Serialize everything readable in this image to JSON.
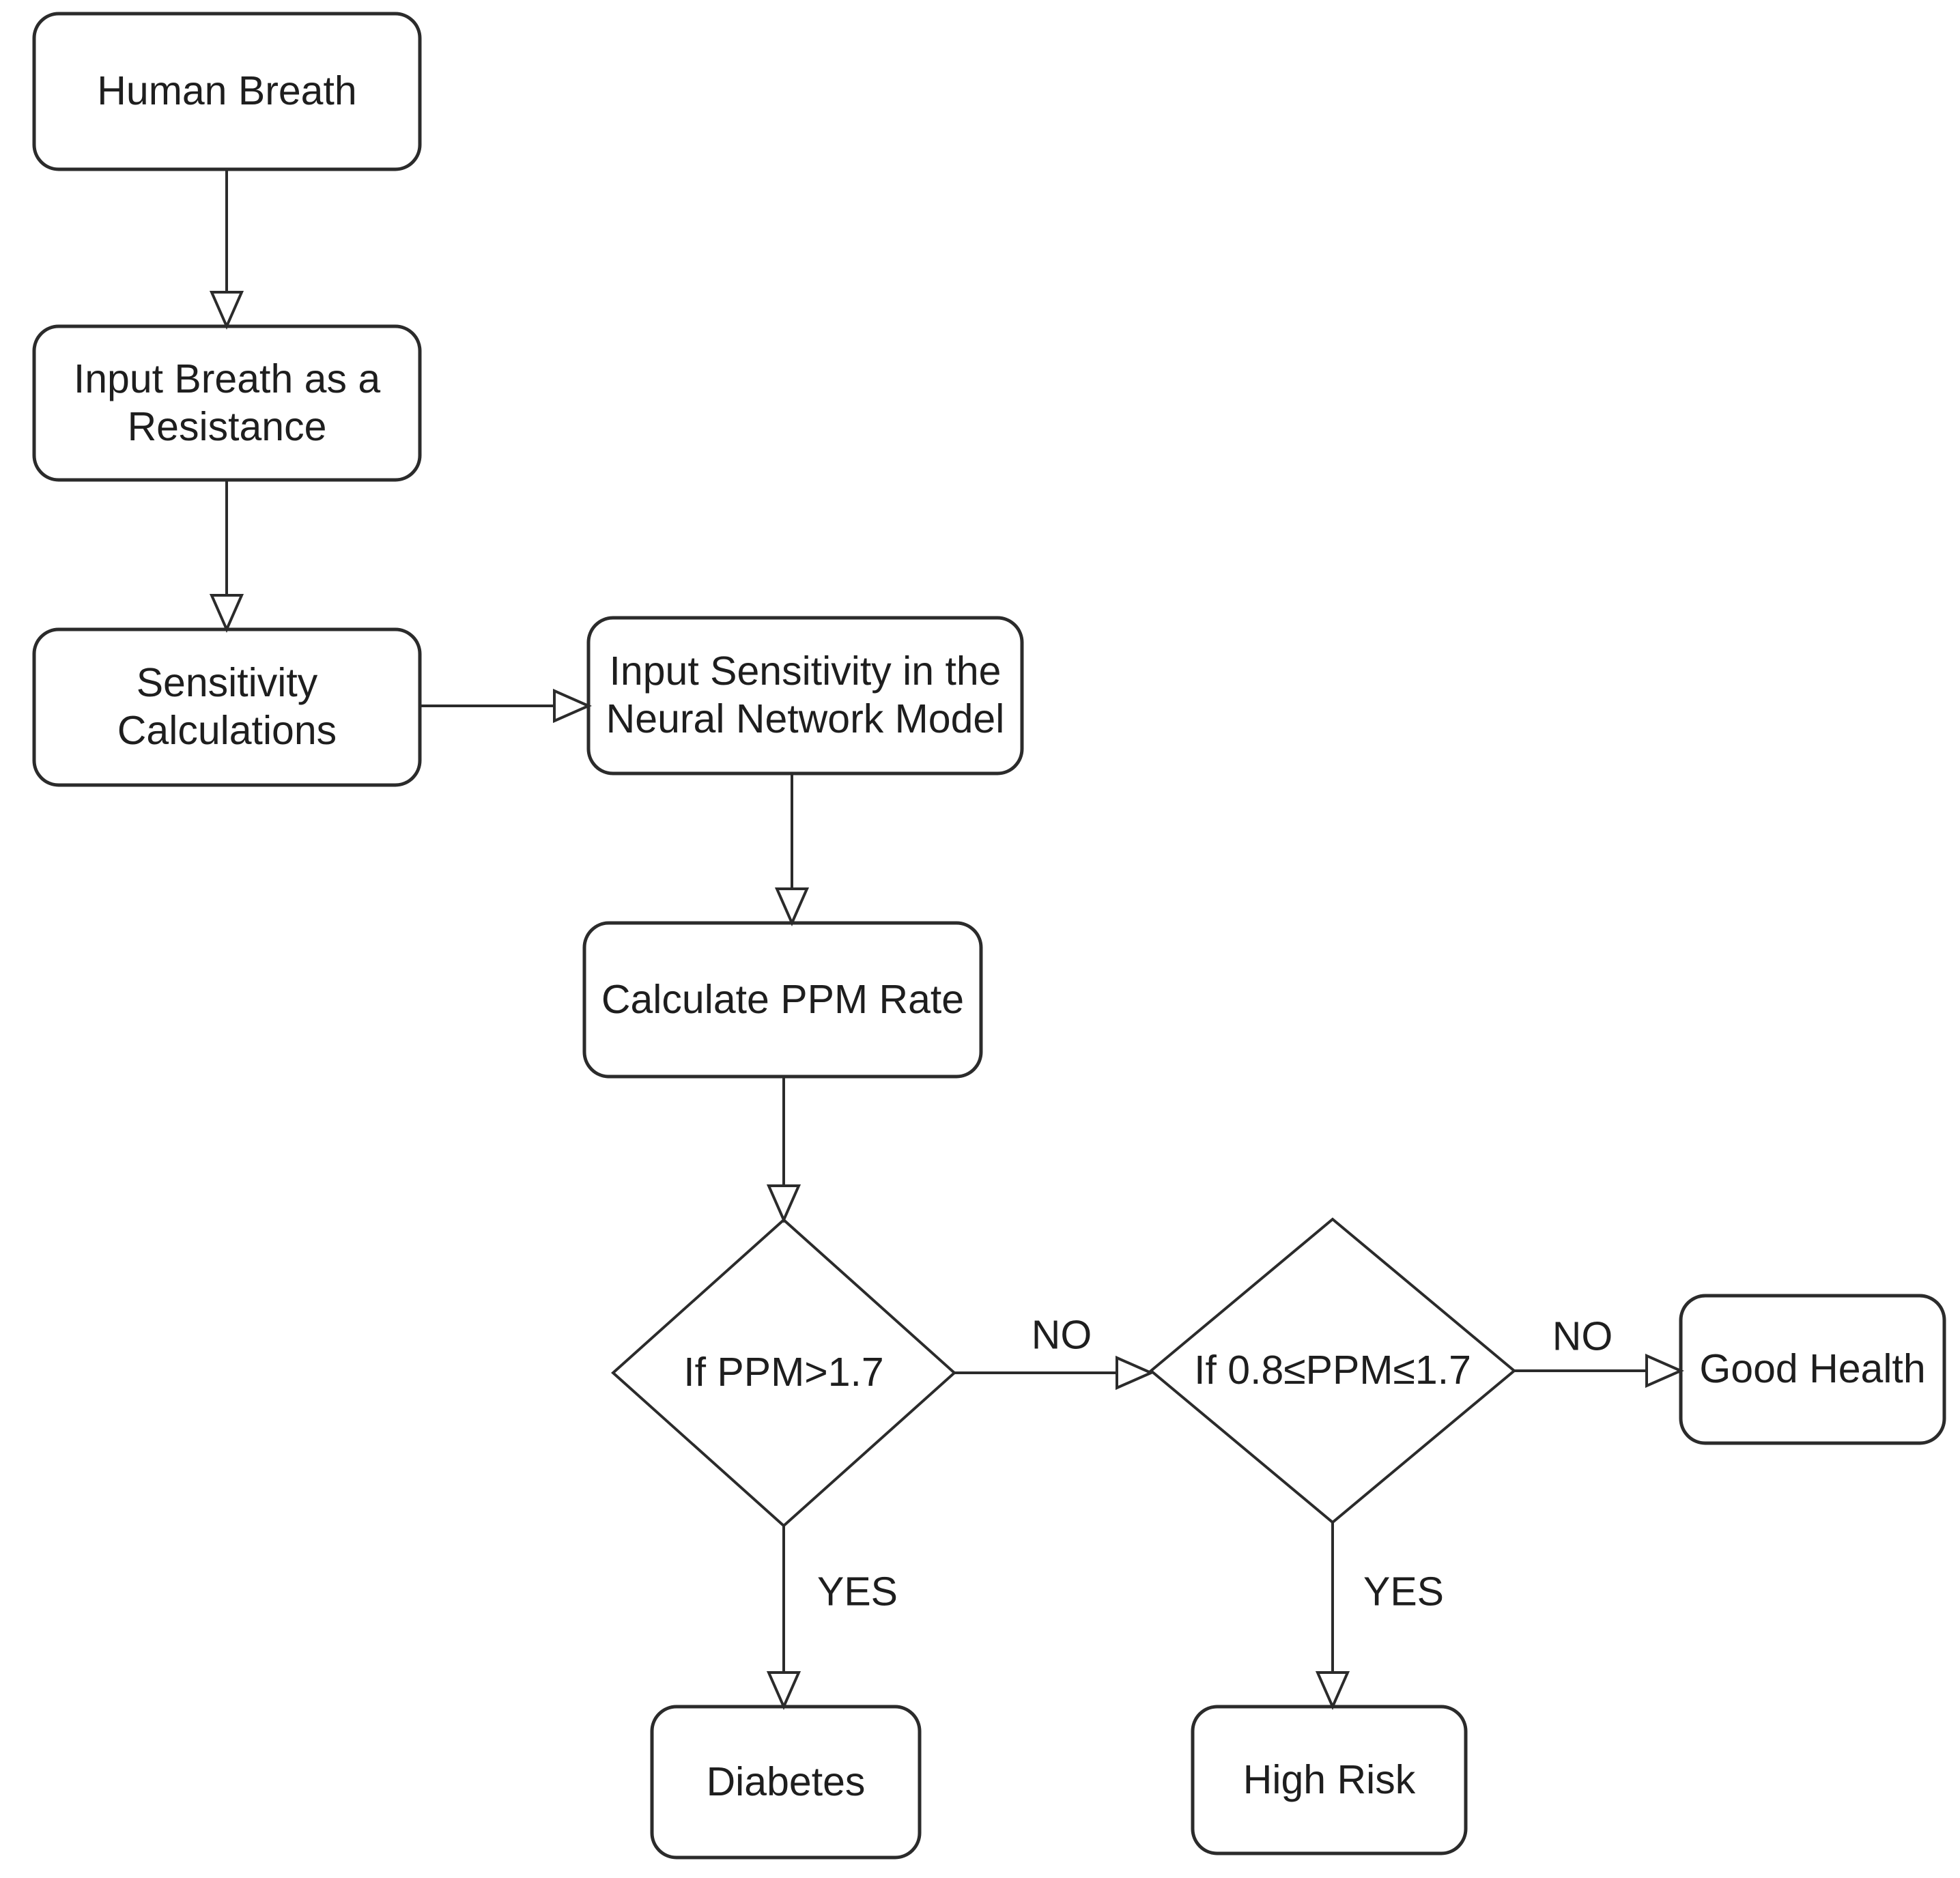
{
  "diagram": {
    "type": "flowchart",
    "colors": {
      "background": "#ffffff",
      "stroke": "#2b2b2b",
      "text": "#1e1e1e"
    },
    "nodes": {
      "human_breath": {
        "shape": "rounded-rect",
        "label": "Human Breath",
        "lines": [
          "Human Breath"
        ]
      },
      "input_breath": {
        "shape": "rounded-rect",
        "label": "Input Breath as a Resistance",
        "lines": [
          "Input Breath as a",
          "Resistance"
        ]
      },
      "sensitivity_calc": {
        "shape": "rounded-rect",
        "label": "Sensitivity Calculations",
        "lines": [
          "Sensitivity",
          "Calculations"
        ]
      },
      "input_sensitivity": {
        "shape": "rounded-rect",
        "label": "Input Sensitivity in the Neural Network Model",
        "lines": [
          "Input Sensitivity in the",
          "Neural Network Model"
        ]
      },
      "calculate_ppm": {
        "shape": "rounded-rect",
        "label": "Calculate PPM Rate",
        "lines": [
          "Calculate PPM Rate"
        ]
      },
      "decision_ppm_high": {
        "shape": "diamond",
        "label": "If PPM>1.7",
        "lines": [
          "If PPM>1.7"
        ]
      },
      "decision_ppm_range": {
        "shape": "diamond",
        "label": "If 0.8≤PPM≤1.7",
        "lines": [
          "If 0.8≤PPM≤1.7"
        ]
      },
      "good_health": {
        "shape": "rounded-rect",
        "label": "Good Health",
        "lines": [
          "Good Health"
        ]
      },
      "diabetes": {
        "shape": "rounded-rect",
        "label": "Diabetes",
        "lines": [
          "Diabetes"
        ]
      },
      "high_risk": {
        "shape": "rounded-rect",
        "label": "High Risk",
        "lines": [
          "High Risk"
        ]
      }
    },
    "edges": [
      {
        "from": "human_breath",
        "to": "input_breath",
        "label": ""
      },
      {
        "from": "input_breath",
        "to": "sensitivity_calc",
        "label": ""
      },
      {
        "from": "sensitivity_calc",
        "to": "input_sensitivity",
        "label": ""
      },
      {
        "from": "input_sensitivity",
        "to": "calculate_ppm",
        "label": ""
      },
      {
        "from": "calculate_ppm",
        "to": "decision_ppm_high",
        "label": ""
      },
      {
        "from": "decision_ppm_high",
        "to": "decision_ppm_range",
        "label": "NO"
      },
      {
        "from": "decision_ppm_high",
        "to": "diabetes",
        "label": "YES"
      },
      {
        "from": "decision_ppm_range",
        "to": "good_health",
        "label": "NO"
      },
      {
        "from": "decision_ppm_range",
        "to": "high_risk",
        "label": "YES"
      }
    ]
  }
}
